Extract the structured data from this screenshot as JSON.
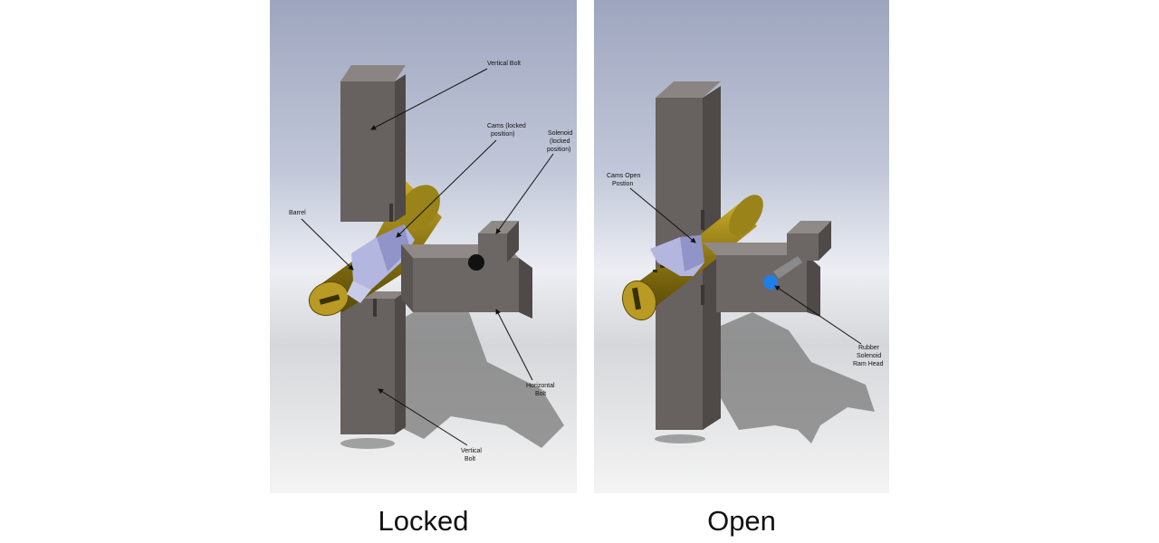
{
  "locked": {
    "caption": "Locked",
    "labels": {
      "vertical_bolt_top": "Vertical Bolt",
      "cams_line1": "Cams (locked",
      "cams_line2": "position)",
      "solenoid_line1": "Solenoid",
      "solenoid_line2": "(locked",
      "solenoid_line3": "position)",
      "barrel": "Barrel",
      "horizontal_line1": "Horizontal",
      "horizontal_line2": "Bolt",
      "vertical_bottom_line1": "Vertical",
      "vertical_bottom_line2": "Bolt"
    }
  },
  "open": {
    "caption": "Open",
    "labels": {
      "cams_line1": "Cams Open",
      "cams_line2": "Postion",
      "rubber_line1": "Rubber",
      "rubber_line2": "Solenoid",
      "rubber_line3": "Ram Head"
    }
  },
  "colors": {
    "bolt_steel": "#67625f",
    "barrel_brass": "#8a7412",
    "cam_lavender": "#b3b7e0",
    "ram_head_blue": "#1f7fe8"
  }
}
